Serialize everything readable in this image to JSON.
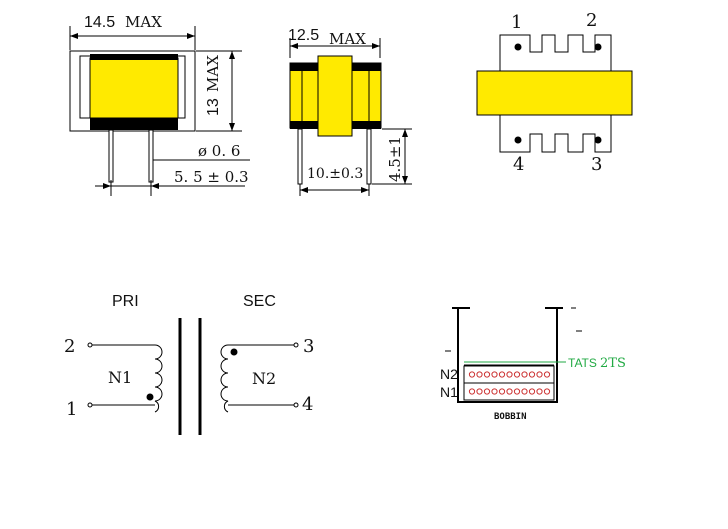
{
  "colors": {
    "core": "#ffea00",
    "line": "#000000",
    "copper_dot": "#cc3333",
    "tape_label": "#22aa44"
  },
  "front_view": {
    "width_label": "14.5",
    "width_suffix": "MAX",
    "height_label": "13",
    "height_suffix": "MAX",
    "pin_diameter_label": "ø 0. 6",
    "pin_spacing_label": "5. 5 ± 0.3"
  },
  "side_view": {
    "width_label": "12.5",
    "width_suffix": "MAX",
    "pin_spacing_label": "10.±0.3",
    "pin_length_label": "4.5±1"
  },
  "top_view": {
    "pins": [
      "1",
      "2",
      "4",
      "3"
    ]
  },
  "schematic": {
    "primary_label": "PRI",
    "secondary_label": "SEC",
    "primary_winding": "N1",
    "secondary_winding": "N2",
    "pins": [
      "2",
      "1",
      "3",
      "4"
    ]
  },
  "winding": {
    "tape_label": "TATS",
    "tape_count": "2TS",
    "layers": [
      "N2",
      "N1"
    ],
    "bobbin_label": "BOBBIN"
  }
}
